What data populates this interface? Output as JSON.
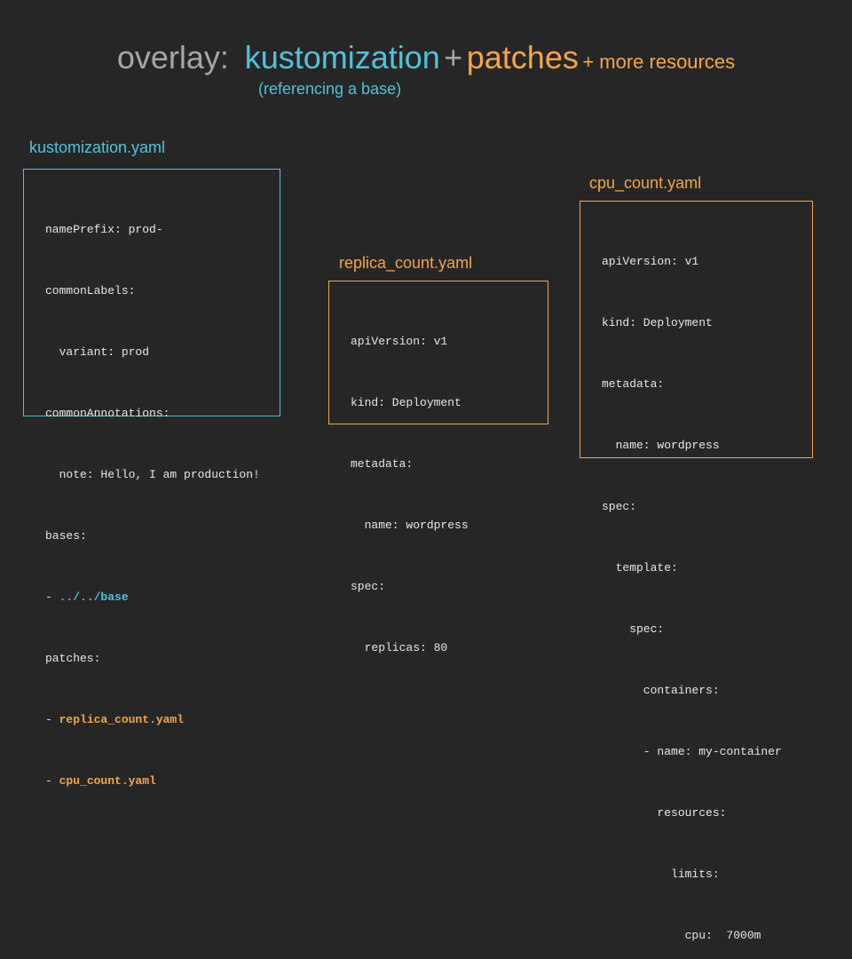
{
  "title": {
    "overlay": "overlay:",
    "kustomization": "kustomization",
    "plus": "+",
    "patches": "patches",
    "more": "+ more resources",
    "subtitle": "(referencing a base)"
  },
  "colors": {
    "background": "#262626",
    "grey": "#a6a6a6",
    "cyan": "#4fc3dc",
    "orange": "#f6a54a",
    "code": "#e8e8e8"
  },
  "kustomization_file": {
    "label": "kustomization.yaml",
    "lines": [
      "namePrefix: prod-",
      "commonLabels:",
      "  variant: prod",
      "commonAnnotations:",
      "  note: Hello, I am production!",
      "bases:",
      "- ",
      "patches:",
      "- ",
      "- "
    ],
    "highlights": [
      "../../base",
      "replica_count.yaml",
      "cpu_count.yaml"
    ]
  },
  "replica_file": {
    "label": "replica_count.yaml",
    "lines": [
      "apiVersion: v1",
      "kind: Deployment",
      "metadata:",
      "  name: wordpress",
      "spec:",
      "  replicas: 80"
    ]
  },
  "cpu_file": {
    "label": "cpu_count.yaml",
    "lines": [
      "apiVersion: v1",
      "kind: Deployment",
      "metadata:",
      "  name: wordpress",
      "spec:",
      "  template:",
      "    spec:",
      "      containers:",
      "      - name: my-container",
      "        resources:",
      "          limits:",
      "            cpu:  7000m"
    ]
  }
}
